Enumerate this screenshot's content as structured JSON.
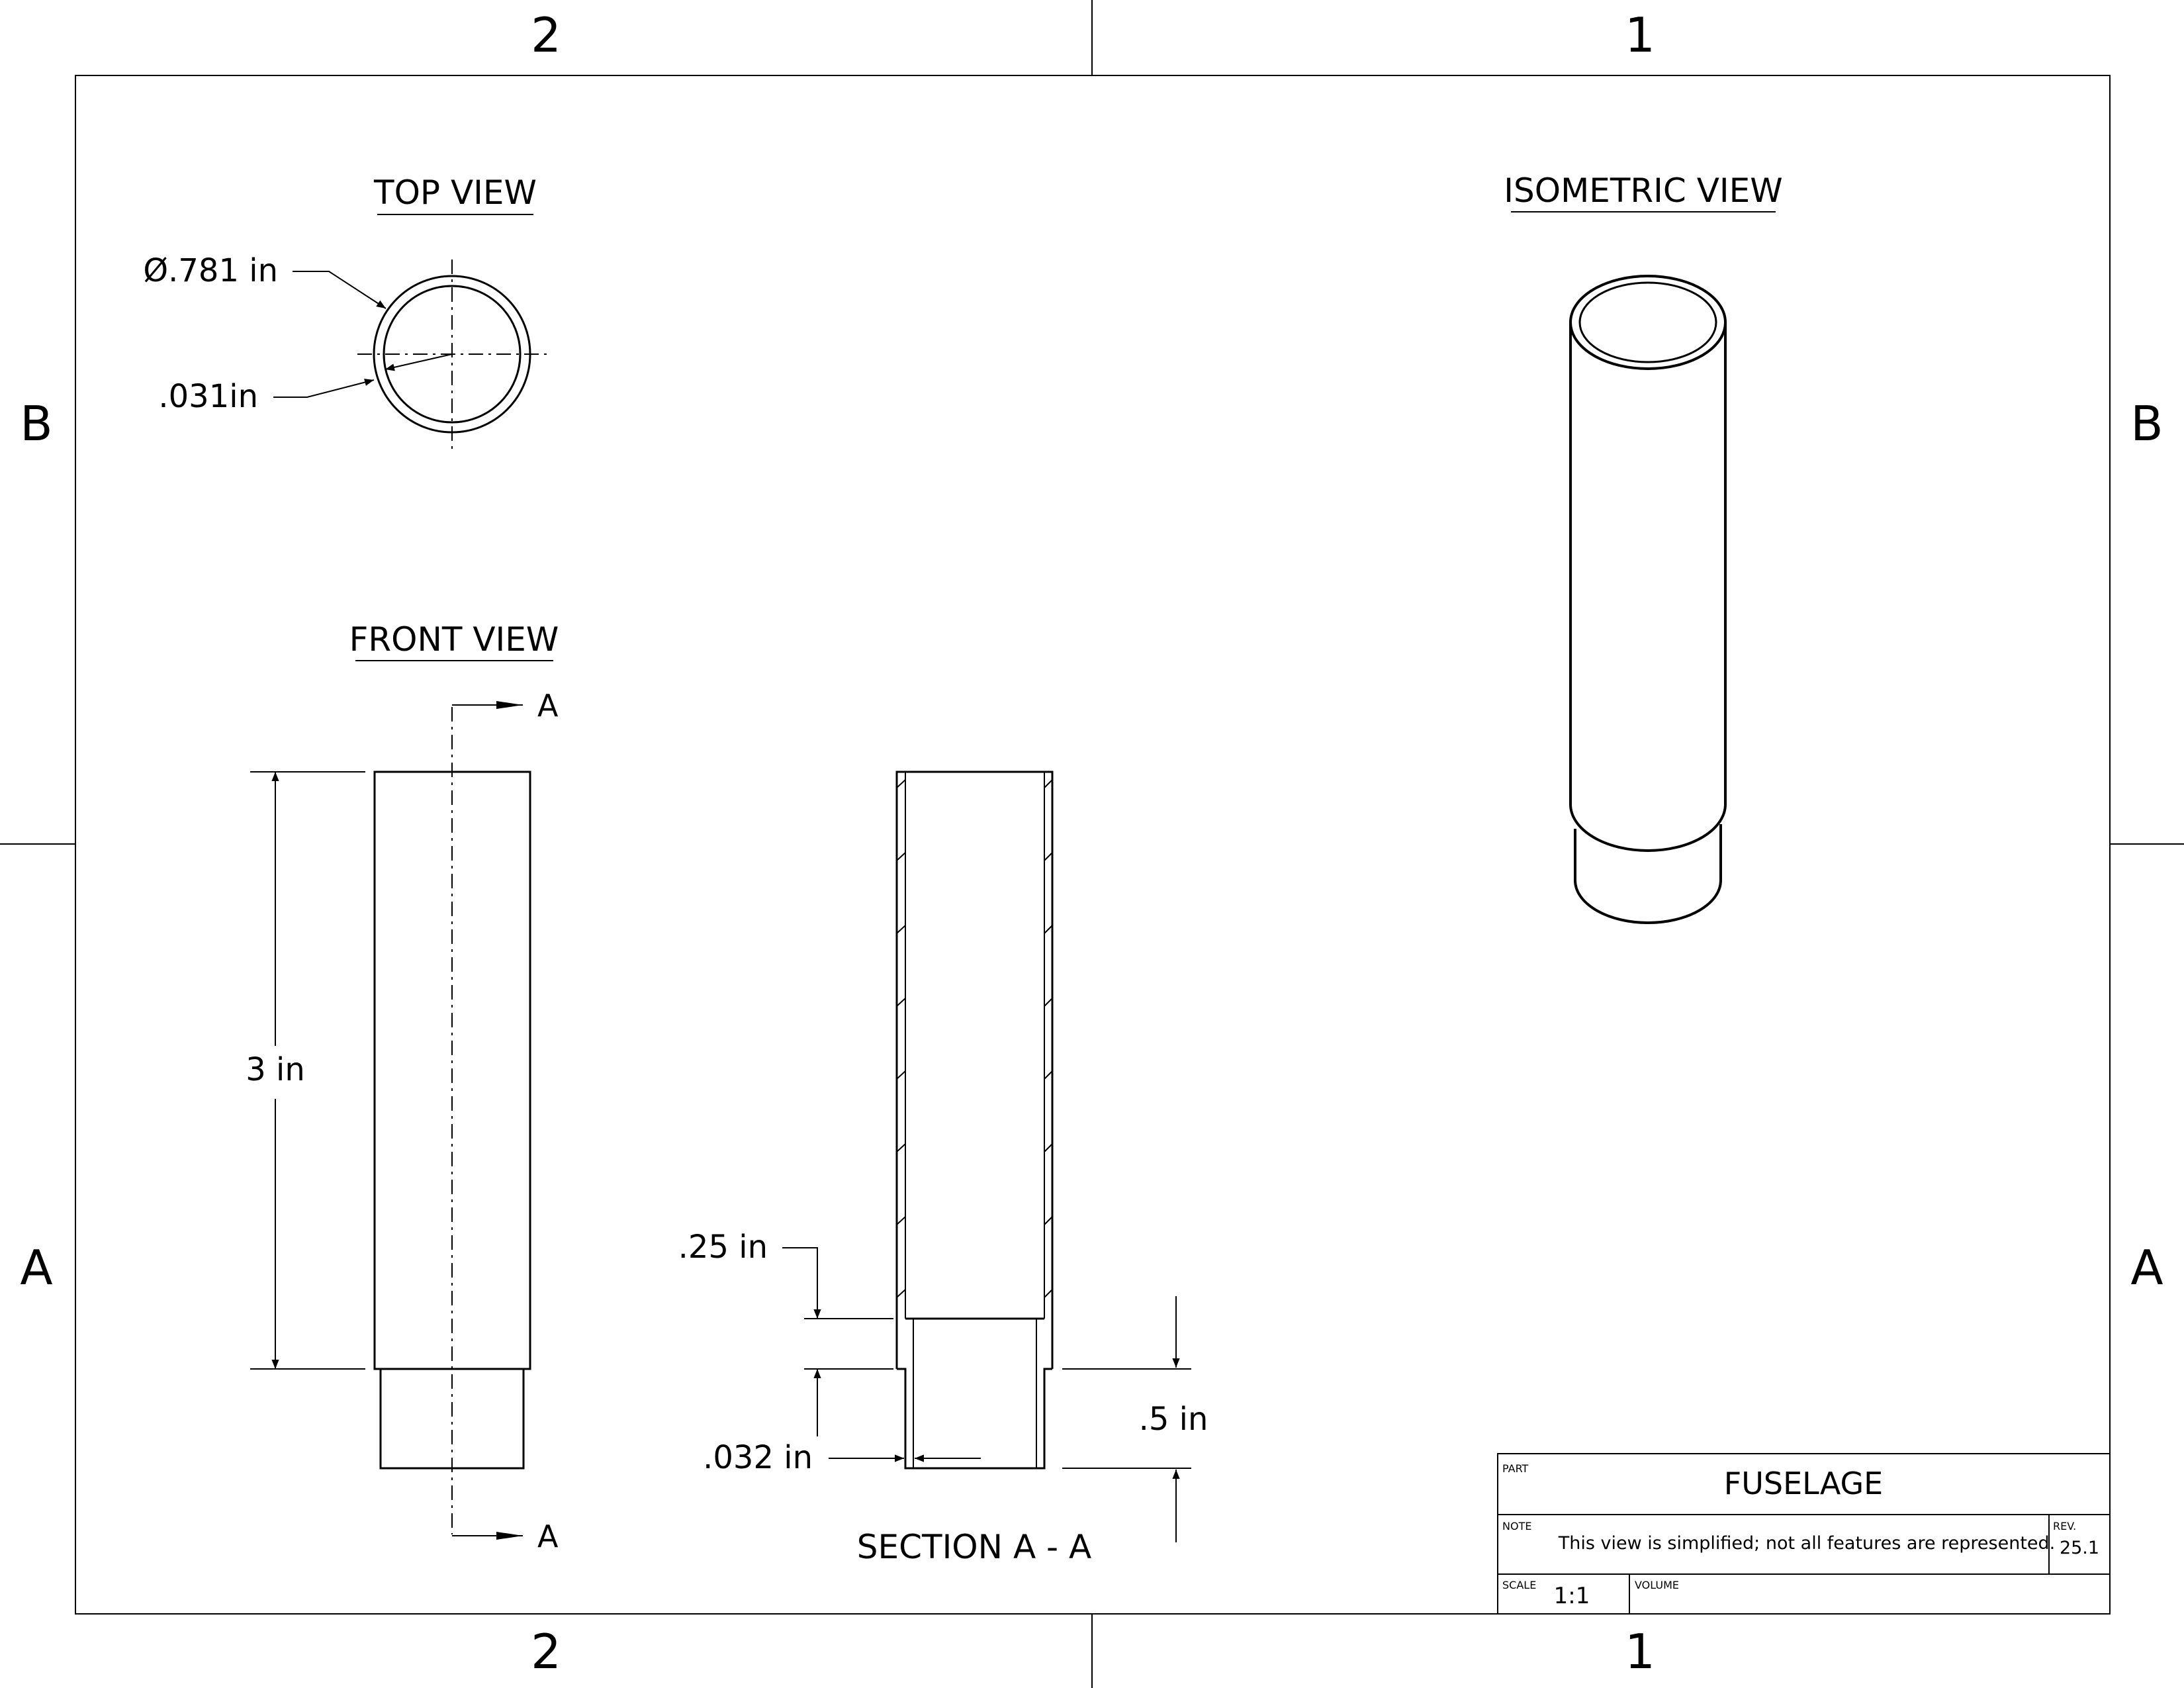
{
  "border": {
    "columns": [
      "2",
      "1"
    ],
    "rows": [
      "B",
      "A"
    ]
  },
  "views": {
    "top": {
      "title": "TOP VIEW",
      "diameter": "Ø.781 in",
      "wall": ".031in"
    },
    "front": {
      "title": "FRONT VIEW",
      "length": "3 in",
      "section_marker": "A"
    },
    "section": {
      "title": "SECTION A - A",
      "step_depth": ".25 in",
      "step_wall": ".032 in",
      "step_length": ".5 in"
    },
    "isometric": {
      "title": "ISOMETRIC VIEW"
    }
  },
  "title_block": {
    "part_label": "PART",
    "part_value": "FUSELAGE",
    "note_label": "NOTE",
    "note_value": "This view is simplified; not all features are represented.",
    "rev_label": "REV.",
    "rev_value": "25.1",
    "scale_label": "SCALE",
    "scale_value": "1:1",
    "volume_label": "VOLUME",
    "volume_value": ""
  }
}
